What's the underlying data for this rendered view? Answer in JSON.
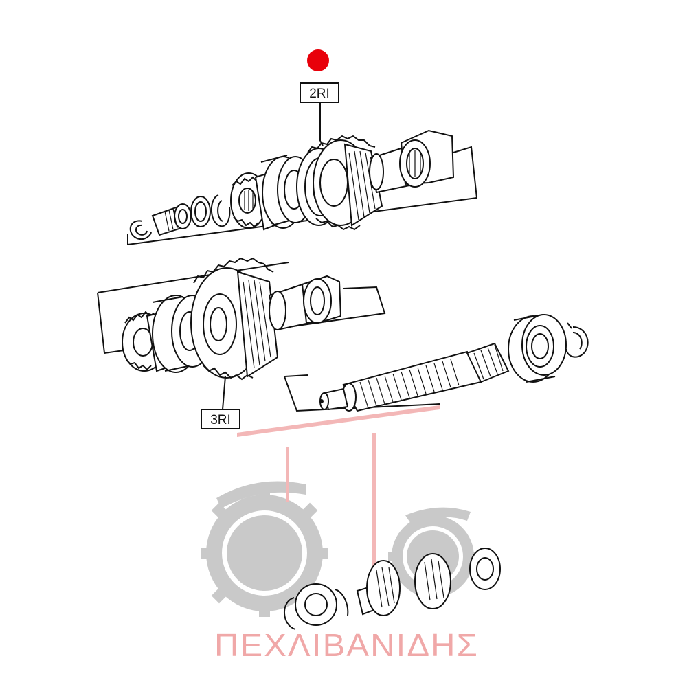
{
  "labels": {
    "upper_callout": "2RI",
    "lower_callout": "3RI"
  },
  "watermark": {
    "text": "ΠΕΧΛΙΒΑΝΙΔΗΣ",
    "color": "#f0a8a8",
    "logo_color": "#c9c9c9"
  },
  "marker": {
    "color": "#e8000a"
  }
}
